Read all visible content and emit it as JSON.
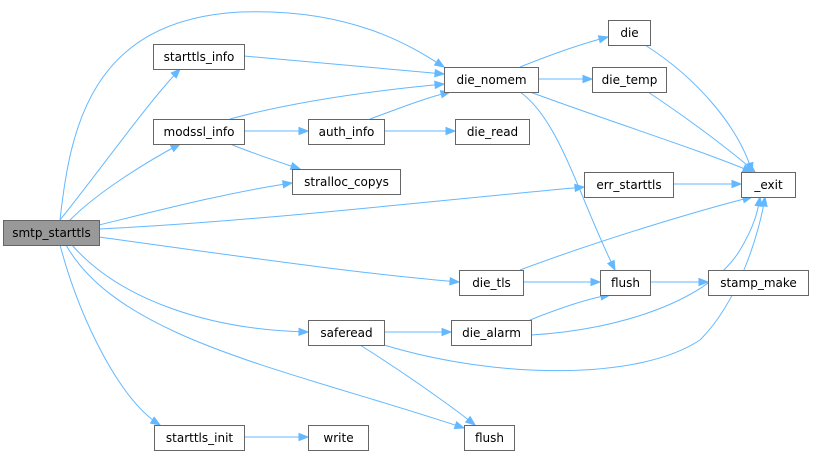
{
  "colors": {
    "edge": "#63b8ff",
    "node_border": "#666666",
    "root_fill": "#999999",
    "node_fill": "#ffffff"
  },
  "nodes": {
    "smtp_starttls": "smtp_starttls",
    "starttls_info": "starttls_info",
    "modssl_info": "modssl_info",
    "die_nomem": "die_nomem",
    "die": "die",
    "die_temp": "die_temp",
    "auth_info": "auth_info",
    "die_read": "die_read",
    "stralloc_copys": "stralloc_copys",
    "err_starttls": "err_starttls",
    "exit": "_exit",
    "die_tls": "die_tls",
    "flush_a": "flush",
    "stamp_make": "stamp_make",
    "saferead": "saferead",
    "die_alarm": "die_alarm",
    "starttls_init": "starttls_init",
    "write": "write",
    "flush_b": "flush"
  },
  "edges": [
    [
      "smtp_starttls",
      "die_nomem"
    ],
    [
      "smtp_starttls",
      "starttls_info"
    ],
    [
      "smtp_starttls",
      "modssl_info"
    ],
    [
      "smtp_starttls",
      "stralloc_copys"
    ],
    [
      "smtp_starttls",
      "err_starttls"
    ],
    [
      "smtp_starttls",
      "die_tls"
    ],
    [
      "smtp_starttls",
      "saferead"
    ],
    [
      "smtp_starttls",
      "starttls_init"
    ],
    [
      "smtp_starttls",
      "flush_b"
    ],
    [
      "starttls_info",
      "die_nomem"
    ],
    [
      "modssl_info",
      "die_nomem"
    ],
    [
      "modssl_info",
      "auth_info"
    ],
    [
      "modssl_info",
      "stralloc_copys"
    ],
    [
      "auth_info",
      "die_nomem"
    ],
    [
      "auth_info",
      "die_read"
    ],
    [
      "die_nomem",
      "die"
    ],
    [
      "die_nomem",
      "die_temp"
    ],
    [
      "die_nomem",
      "exit"
    ],
    [
      "die_nomem",
      "flush_a"
    ],
    [
      "die",
      "exit"
    ],
    [
      "die_temp",
      "exit"
    ],
    [
      "err_starttls",
      "exit"
    ],
    [
      "die_tls",
      "exit"
    ],
    [
      "die_tls",
      "flush_a"
    ],
    [
      "flush_a",
      "stamp_make"
    ],
    [
      "saferead",
      "die_alarm"
    ],
    [
      "saferead",
      "exit"
    ],
    [
      "saferead",
      "flush_b"
    ],
    [
      "die_alarm",
      "flush_a"
    ],
    [
      "die_alarm",
      "exit"
    ],
    [
      "starttls_init",
      "write"
    ]
  ]
}
